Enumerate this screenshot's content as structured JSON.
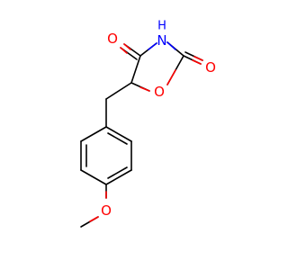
{
  "atoms": {
    "carbonyl_o_left": {
      "label": "O",
      "color": "#ff0000"
    },
    "carbonyl_o_right": {
      "label": "O",
      "color": "#ff0000"
    },
    "ring_o": {
      "label": "O",
      "color": "#ff0000"
    },
    "methoxy_o": {
      "label": "O",
      "color": "#ff0000"
    },
    "nh": {
      "label": "N",
      "sub_label": "H",
      "color": "#0000ff"
    }
  },
  "colors": {
    "bond": "#000000",
    "oxygen": "#ff0000",
    "nitrogen": "#0000ff",
    "background": "#ffffff"
  }
}
